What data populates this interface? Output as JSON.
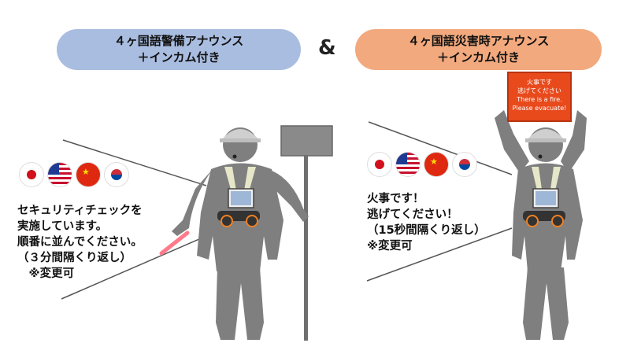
{
  "left_scenario": {
    "title_line1": "４ヶ国語警備アナウンス",
    "title_line2": "＋インカム付き",
    "flags": [
      "japan-flag-icon",
      "usa-flag-icon",
      "china-flag-icon",
      "korea-flag-icon"
    ],
    "message": "セキュリティチェックを\n実施しています。\n順番に並んでください。\n（３分間隔くり返し）\n　※変更可"
  },
  "ampersand": "&",
  "right_scenario": {
    "title_line1": "４ヶ国語災害時アナウンス",
    "title_line2": "＋インカム付き",
    "flags": [
      "japan-flag-icon",
      "usa-flag-icon",
      "china-flag-icon",
      "korea-flag-icon"
    ],
    "message": "火事です！\n逃げてください！\n（15秒間隔くり返し）\n※変更可",
    "sign": {
      "line1": "火事です",
      "line2": "逃げてください",
      "line3": "There is a fire.",
      "line4": "Please evacuate!"
    }
  },
  "colors": {
    "left_pill": "#a9bde0",
    "right_pill": "#f2a97d",
    "silhouette": "#7f7f7f",
    "sign": "#e84a1c"
  }
}
